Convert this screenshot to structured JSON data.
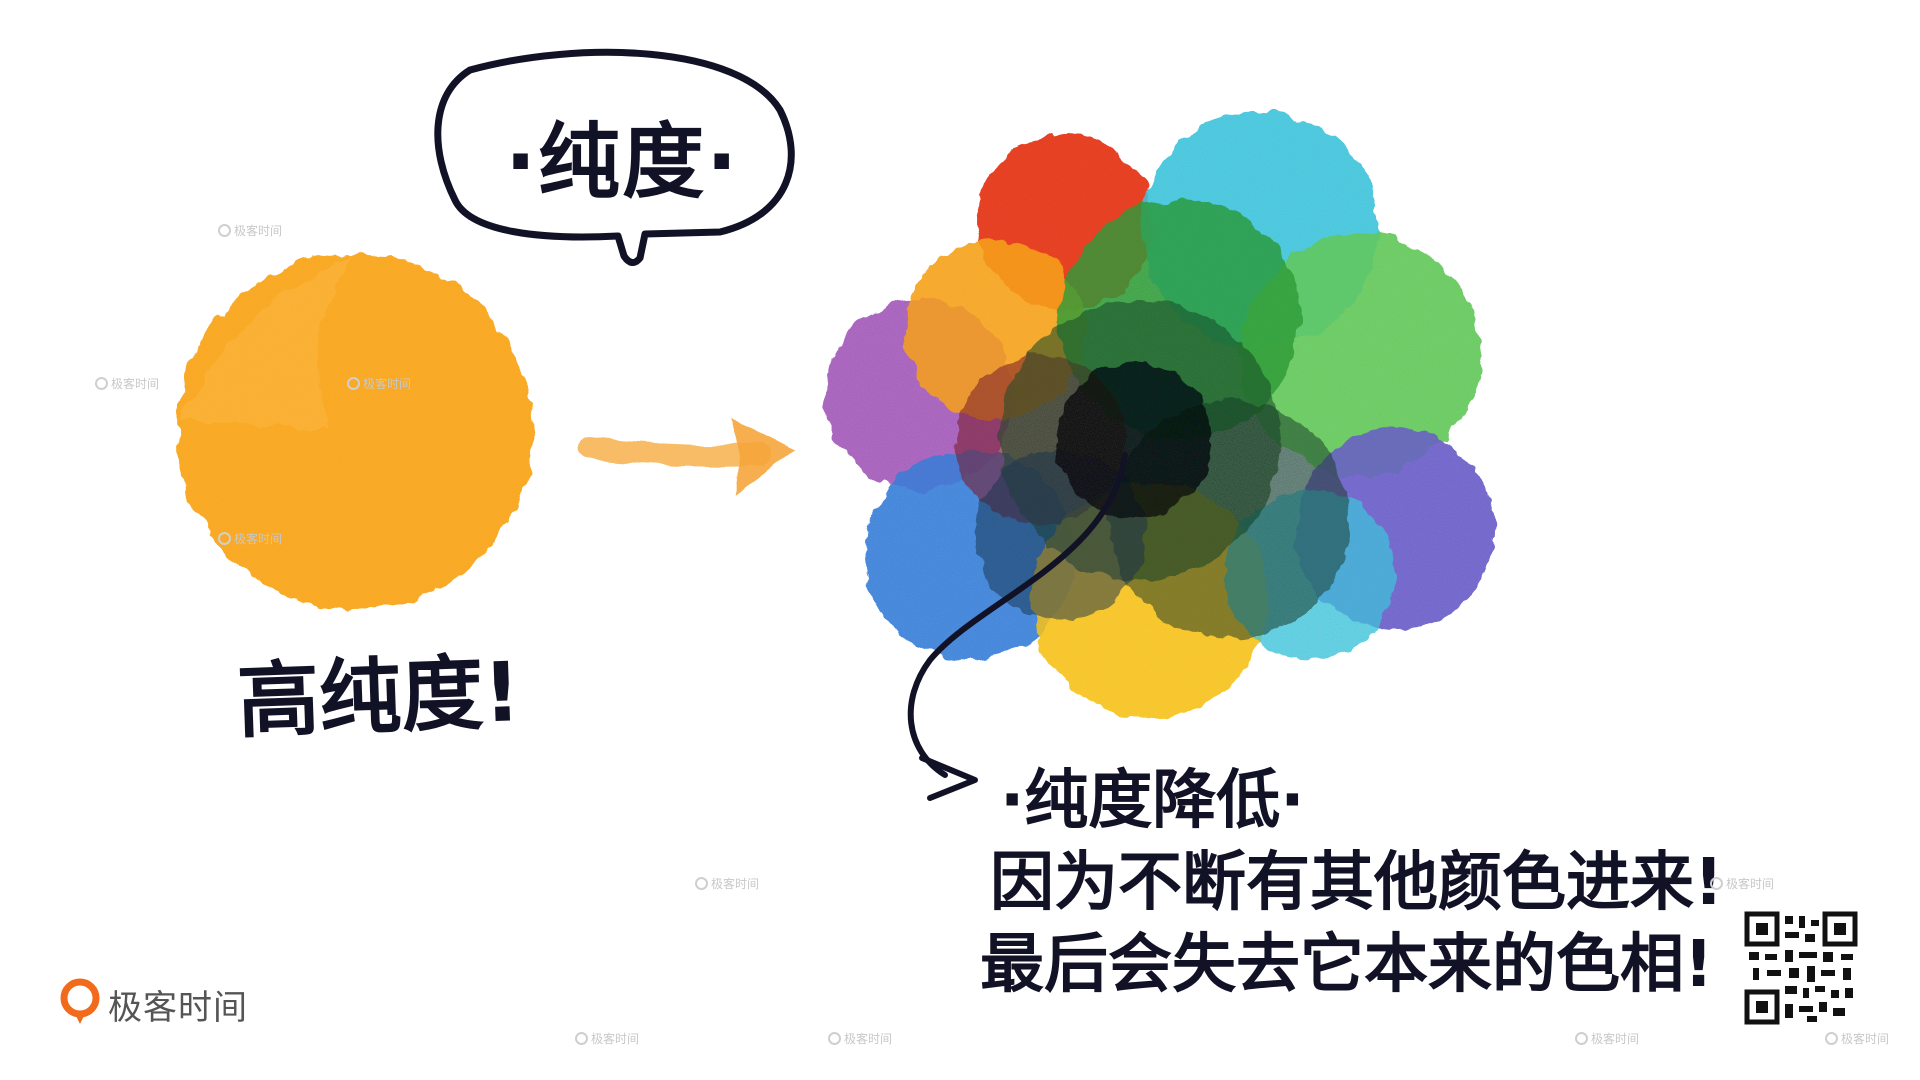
{
  "speech_bubble": {
    "text": "纯度",
    "dot_left": "·",
    "dot_right": "·"
  },
  "left_label": "高纯度!",
  "right_text": {
    "line1": "·纯度降低·",
    "line2": "因为不断有其他颜色进来!",
    "line3": "最后会失去它本来的色相!"
  },
  "watermark_text": "极客时间",
  "logo": {
    "text": "极客时间",
    "color": "#f26b1d"
  },
  "colors": {
    "single_circle": "#f9a825",
    "arrow": "#f6b04a",
    "ink": "#121226",
    "mix_red": "#e53a1f",
    "mix_cyan": "#3ec3da",
    "mix_green": "#2e9b3a",
    "mix_lightgreen": "#63c85a",
    "mix_purple": "#a25bb8",
    "mix_blue": "#3a7fd8",
    "mix_violet": "#6a5ec8",
    "mix_yellow": "#f7c21c",
    "mix_orange": "#f6a21f",
    "mix_dark": "#0d0d14"
  },
  "icons": {
    "qr": "qr-code-icon",
    "logo": "geektime-logo-icon"
  }
}
